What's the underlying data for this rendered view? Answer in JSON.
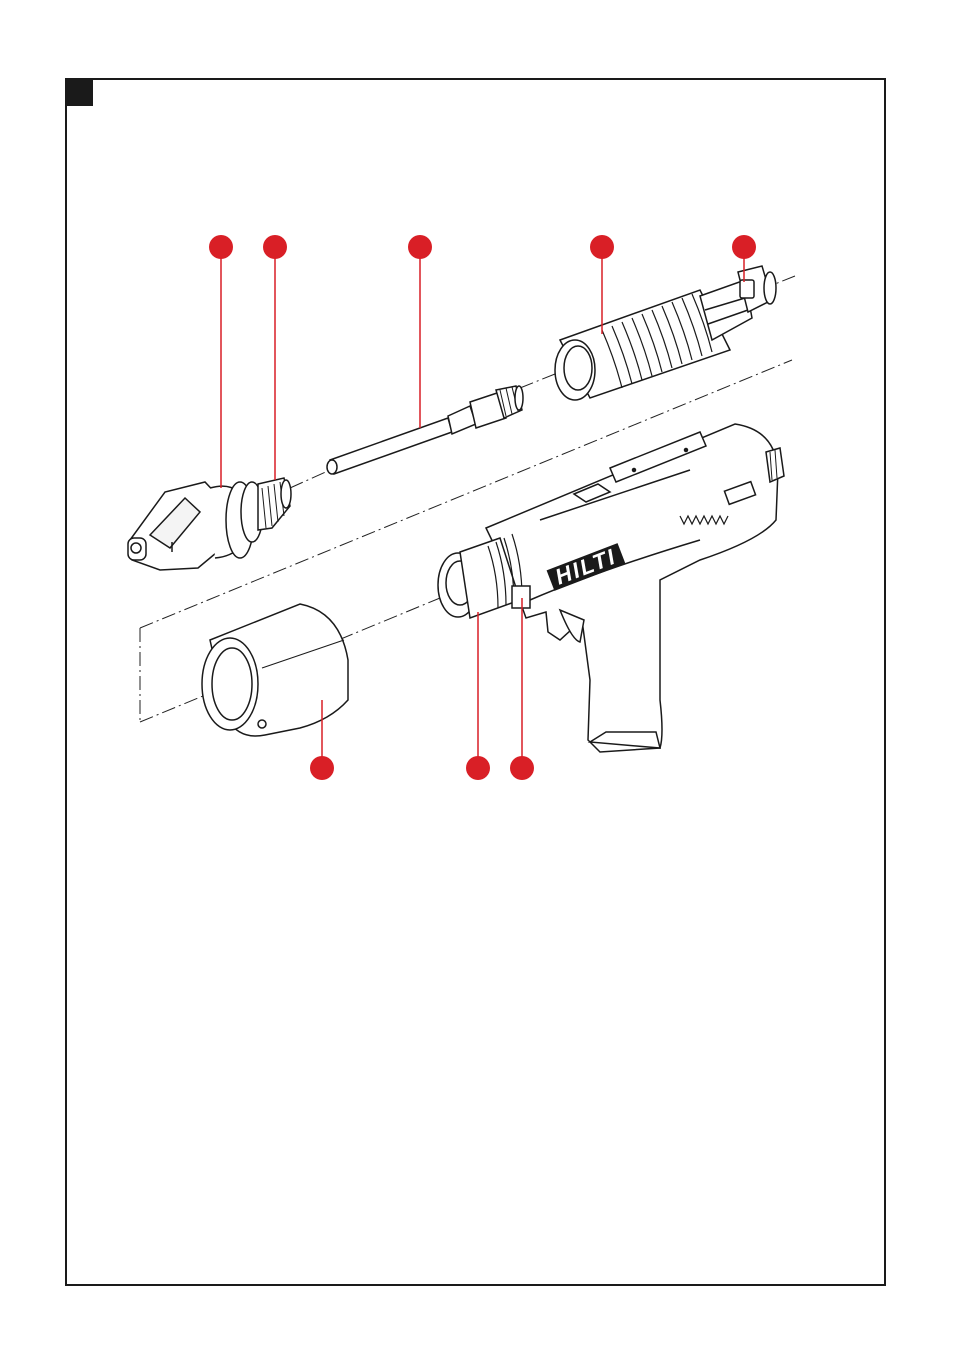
{
  "page": {
    "corner_marker_color": "#1a1a1a",
    "frame_color": "#1a1a1a"
  },
  "diagram": {
    "logo_text": "HILTI",
    "callout_color": "#d91f26",
    "callouts": [
      {
        "id": "callout-1",
        "label": ""
      },
      {
        "id": "callout-2",
        "label": ""
      },
      {
        "id": "callout-3",
        "label": ""
      },
      {
        "id": "callout-4",
        "label": ""
      },
      {
        "id": "callout-5",
        "label": ""
      },
      {
        "id": "callout-6",
        "label": ""
      },
      {
        "id": "callout-7",
        "label": ""
      },
      {
        "id": "callout-8",
        "label": ""
      }
    ]
  }
}
